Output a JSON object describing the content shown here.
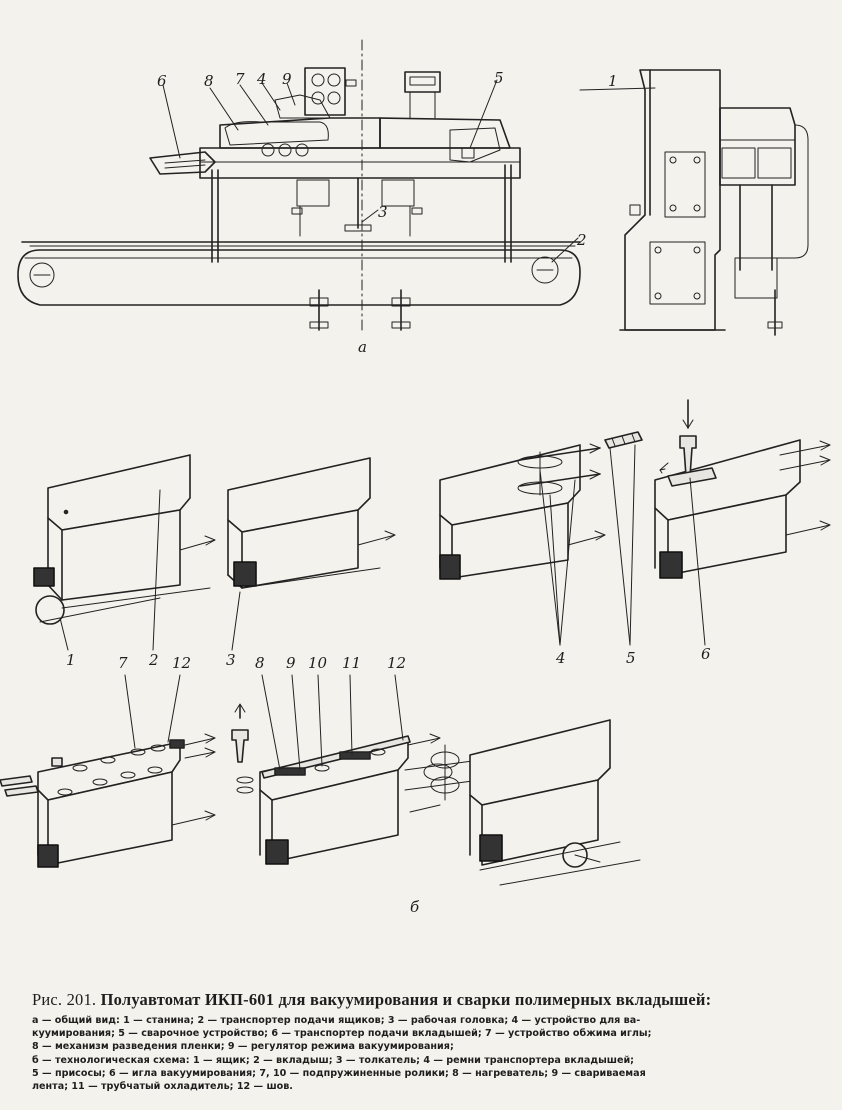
{
  "figure": {
    "view_a_label": "а",
    "view_b_label": "б",
    "callouts_a": {
      "c1": "1",
      "c2": "2",
      "c3": "3",
      "c4": "4",
      "c5": "5",
      "c6": "6",
      "c7": "7",
      "c8": "8",
      "c9": "9"
    },
    "callouts_b": {
      "c1": "1",
      "c2": "2",
      "c3": "3",
      "c4": "4",
      "c5": "5",
      "c6": "6",
      "c7": "7",
      "c8": "8",
      "c9": "9",
      "c10": "10",
      "c11": "11",
      "c12a": "12",
      "c12b": "12"
    }
  },
  "caption": {
    "figure_number": "Рис. 201.",
    "title": "Полуавтомат ИКП-601 для вакуумирования и сварки полимерных вкладышей:",
    "lines": [
      "а — общий вид: 1 — станина; 2 — транспортер подачи ящиков; 3 — рабочая головка; 4 — устройство для ва-",
      "куумирования; 5 — сварочное устройство; 6 — транспортер подачи вкладышей; 7 — устройство обжима иглы;",
      "8 — механизм разведения пленки; 9 — регулятор режима вакуумирования;",
      "б — технологическая схема: 1 — ящик; 2 — вкладыш; 3 — толкатель; 4 — ремни транспортера вкладышей;",
      "5 — присосы; 6 — игла вакуумирования; 7, 10 — подпружиненные ролики; 8 — нагреватель; 9 — свариваемая",
      "лента; 11 — трубчатый охладитель; 12 — шов."
    ]
  }
}
